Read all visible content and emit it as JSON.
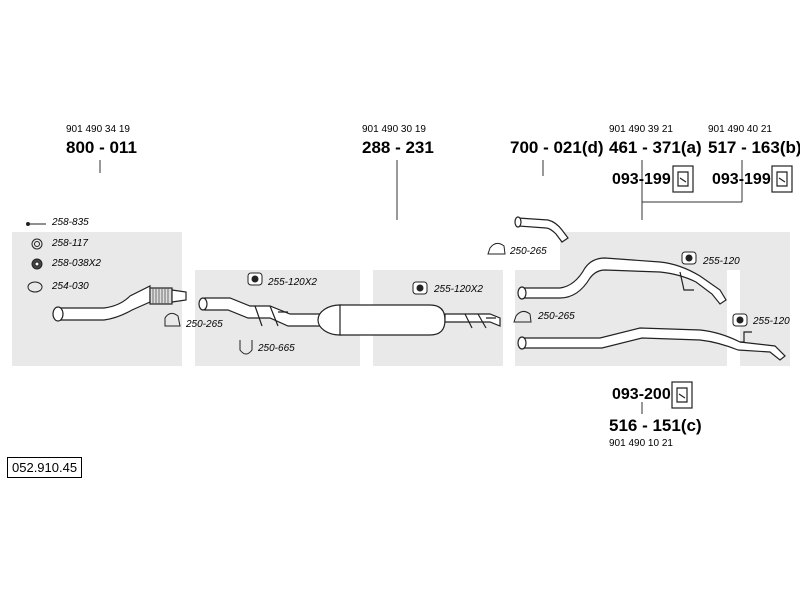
{
  "parts": {
    "p1": {
      "oem": "901 490 34 19",
      "number": "800 - 011"
    },
    "p2": {
      "oem": "901 490 30 19",
      "number": "288 - 231"
    },
    "p3": {
      "number": "700 - 021(d)"
    },
    "p4": {
      "oem": "901 490 39 21",
      "number": "461 - 371(a)"
    },
    "p5": {
      "oem": "901 490 40 21",
      "number": "517 - 163(b)"
    },
    "p6": {
      "oem": "901 490 10 21",
      "number": "516 - 151(c)"
    }
  },
  "hangers": {
    "h1": "093-199",
    "h2": "093-199",
    "h3": "093-200"
  },
  "fittings": {
    "f1": "258-835",
    "f2": "258-117",
    "f3": "258-038X2",
    "f4": "254-030",
    "f5": "250-265",
    "f6": "250-665",
    "f7": "255-120X2",
    "f8": "255-120X2",
    "f9": "250-265",
    "f10": "250-265",
    "f11": "255-120",
    "f12": "255-120"
  },
  "reference": "052.910.45"
}
